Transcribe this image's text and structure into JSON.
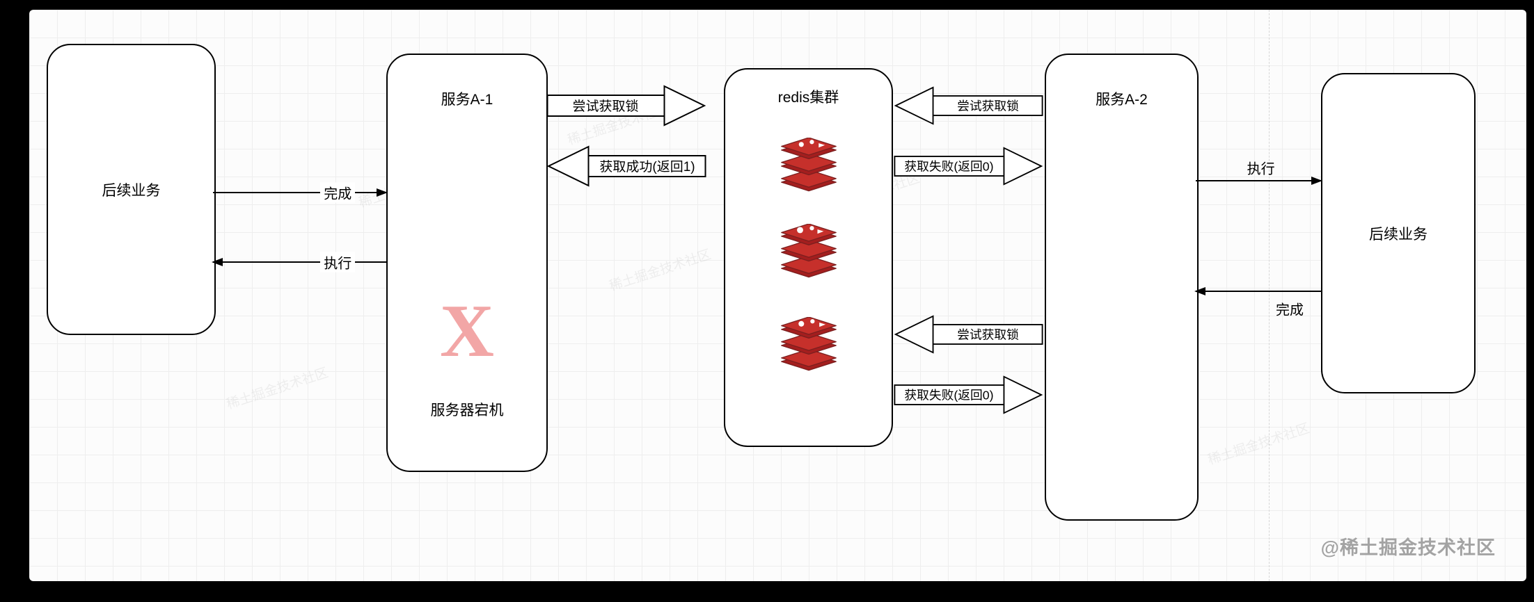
{
  "meta": {
    "credit": "@稀土掘金技术社区",
    "watermark_tile": "稀土掘金技术社区"
  },
  "colors": {
    "node_border": "#000000",
    "redis_red": "#c6302b",
    "redis_dark": "#a41e1e",
    "crash_pink": "#f2a6a6",
    "credit_gray": "#a3a3a3"
  },
  "nodes": {
    "biz_left": {
      "label": "后续业务"
    },
    "service_a1": {
      "title": "服务A-1",
      "crash_glyph": "X",
      "crash_caption": "服务器宕机"
    },
    "redis_cluster": {
      "title": "redis集群",
      "node_count": 3
    },
    "service_a2": {
      "title": "服务A-2"
    },
    "biz_right": {
      "label": "后续业务"
    }
  },
  "edges": {
    "left_done": "完成",
    "left_exec": "执行",
    "right_exec": "执行",
    "right_done": "完成",
    "a1_try_lock": "尝试获取锁",
    "a1_lock_success": "获取成功(返回1)",
    "a2_try_lock_top": "尝试获取锁",
    "a2_lock_fail_top": "获取失败(返回0)",
    "a2_try_lock_bottom": "尝试获取锁",
    "a2_lock_fail_bottom": "获取失败(返回0)"
  }
}
